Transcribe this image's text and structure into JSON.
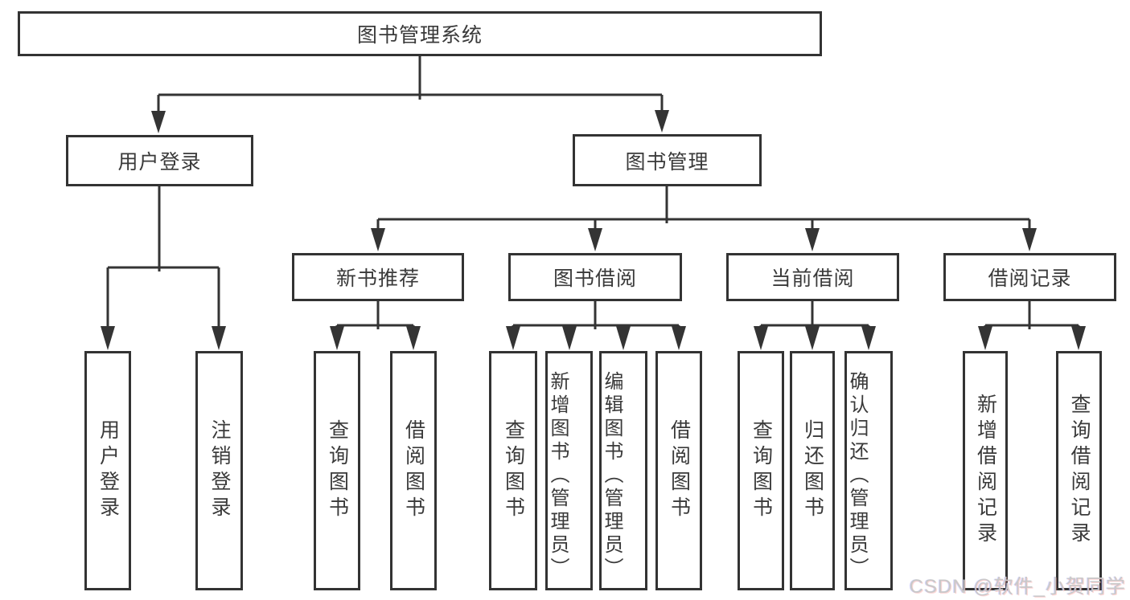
{
  "tree": {
    "label": "图书管理系统",
    "children": [
      {
        "label": "用户登录",
        "children": [
          {
            "label": "用户登录"
          },
          {
            "label": "注销登录"
          }
        ]
      },
      {
        "label": "图书管理",
        "children": [
          {
            "label": "新书推荐",
            "children": [
              {
                "label": "查询图书"
              },
              {
                "label": "借阅图书"
              }
            ]
          },
          {
            "label": "图书借阅",
            "children": [
              {
                "label": "查询图书"
              },
              {
                "label": "新增图书（管理员）"
              },
              {
                "label": "编辑图书（管理员）"
              },
              {
                "label": "借阅图书"
              }
            ]
          },
          {
            "label": "当前借阅",
            "children": [
              {
                "label": "查询图书"
              },
              {
                "label": "归还图书"
              },
              {
                "label": "确认归还（管理员）"
              }
            ]
          },
          {
            "label": "借阅记录",
            "children": [
              {
                "label": "新增借阅记录"
              },
              {
                "label": "查询借阅记录"
              }
            ]
          }
        ]
      }
    ]
  },
  "watermark": {
    "text": "CSDN @软件_小贺同学"
  },
  "style": {
    "line_color": "#343434",
    "border_color": "#333333",
    "text_color": "#3a3a3a",
    "background": "#ffffff",
    "watermark_color": "#c9c9c9"
  }
}
